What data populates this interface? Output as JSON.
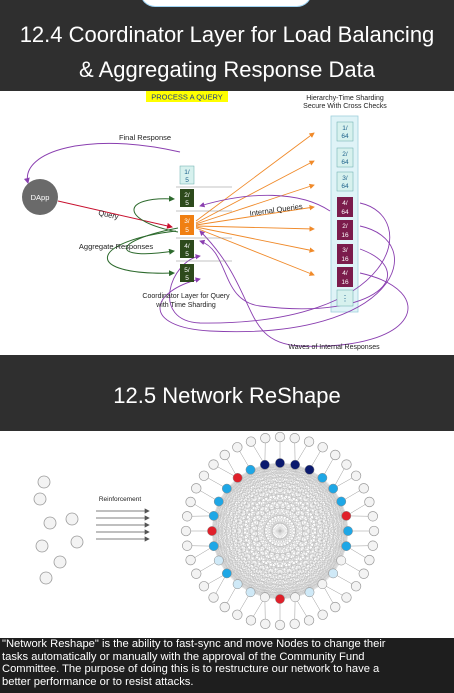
{
  "section_one": {
    "title_line1": "12.4 Coordinator Layer for Load Balancing",
    "title_line2": "& Aggregating Response Data",
    "diagram": {
      "process_label": "PROCESS A QUERY",
      "hierarchy_title_line1": "Hierarchy-Time Sharding",
      "hierarchy_title_line2": "Secure With Cross Checks",
      "final_response": "Final Response",
      "dapp": "DApp",
      "query": "Query",
      "aggregate_responses": "Aggregate Responses",
      "internal_queries": "Internal Queries",
      "coordinator_line1": "Coordinator Layer for Query",
      "coordinator_line2": "with Time Sharding",
      "waves": "Waves of Internal Responses",
      "coord_blocks": [
        {
          "top": "1/",
          "bottom": "5",
          "color": "#d7f1ee"
        },
        {
          "top": "2/",
          "bottom": "5",
          "color": "#2d4a1c"
        },
        {
          "top": "3/",
          "bottom": "5",
          "color": "#f07f12"
        },
        {
          "top": "4/",
          "bottom": "5",
          "color": "#2d4a1c"
        },
        {
          "top": "5/",
          "bottom": "5",
          "color": "#2d4a1c"
        }
      ],
      "shard_blocks": [
        {
          "top": "1/",
          "bottom": "64",
          "color": "#d7f1ee"
        },
        {
          "top": "2/",
          "bottom": "64",
          "color": "#d7f1ee"
        },
        {
          "top": "3/",
          "bottom": "64",
          "color": "#d7f1ee"
        },
        {
          "top": "4/",
          "bottom": "64",
          "color": "#7b1c4c"
        },
        {
          "top": "2/",
          "bottom": "16",
          "color": "#7b1c4c"
        },
        {
          "top": "3/",
          "bottom": "16",
          "color": "#7b1c4c"
        },
        {
          "top": "4/",
          "bottom": "16",
          "color": "#7b1c4c"
        },
        {
          "top": "⋮",
          "bottom": "",
          "color": "#d7f1ee"
        }
      ]
    }
  },
  "section_two": {
    "title": "12.5 Network ReShape",
    "reinforcement": "Reinforcement"
  },
  "paragraph": {
    "line1": "\"Network Reshape\" is the ability to fast-sync and move Nodes to change their",
    "line2": "tasks automatically or manually with the approval of the Community Fund",
    "line3": "Committee. The purpose of doing this is to restructure our network to have a",
    "line4": "better performance or to resist attacks."
  },
  "colors": {
    "banner_bg": "#2f2f2f",
    "process_label_bg": "#ffff00",
    "node_blue": "#1ea7e6",
    "node_navy": "#0b1a6e",
    "node_red": "#e0202a",
    "node_light": "#cfe9f7"
  }
}
